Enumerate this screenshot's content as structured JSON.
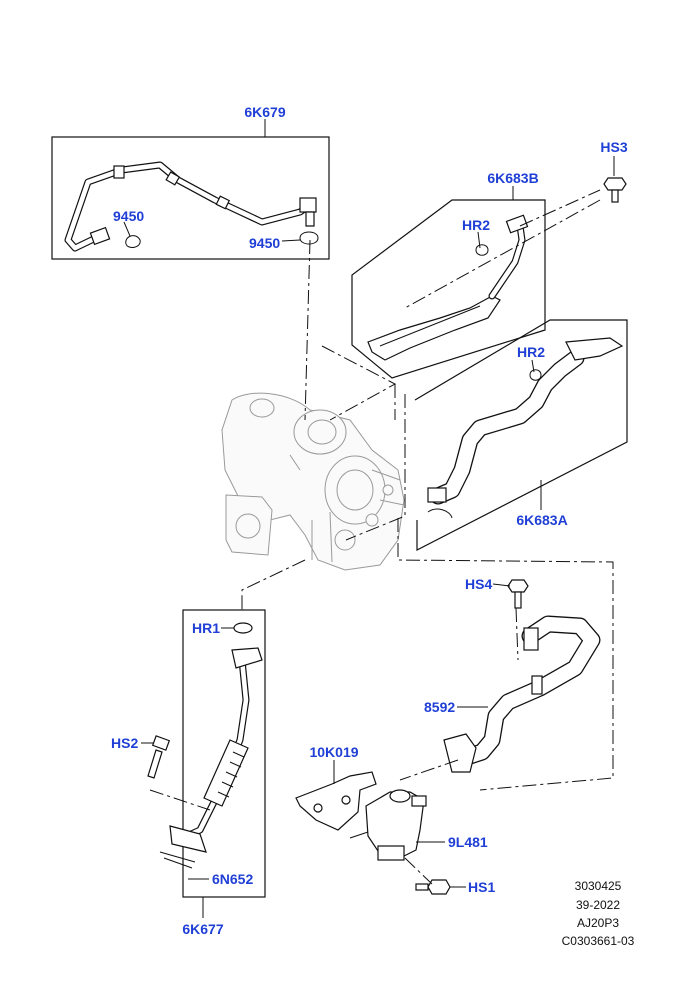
{
  "labels": {
    "p_6K679": "6K679",
    "p_9450_a": "9450",
    "p_9450_b": "9450",
    "p_6K683B": "6K683B",
    "p_HR2_a": "HR2",
    "p_HS3": "HS3",
    "p_HR2_b": "HR2",
    "p_6K683A": "6K683A",
    "p_HS4": "HS4",
    "p_HR1": "HR1",
    "p_8592": "8592",
    "p_HS2": "HS2",
    "p_10K019": "10K019",
    "p_9L481": "9L481",
    "p_6N652": "6N652",
    "p_HS1": "HS1",
    "p_6K677": "6K677"
  },
  "reference": {
    "line1": "3030425",
    "line2": "39-2022",
    "line3": "AJ20P3",
    "line4": "C0303661-03"
  },
  "colors": {
    "label": "#1f3fd6",
    "line": "#111111",
    "ghost": "#9a9a9a"
  }
}
